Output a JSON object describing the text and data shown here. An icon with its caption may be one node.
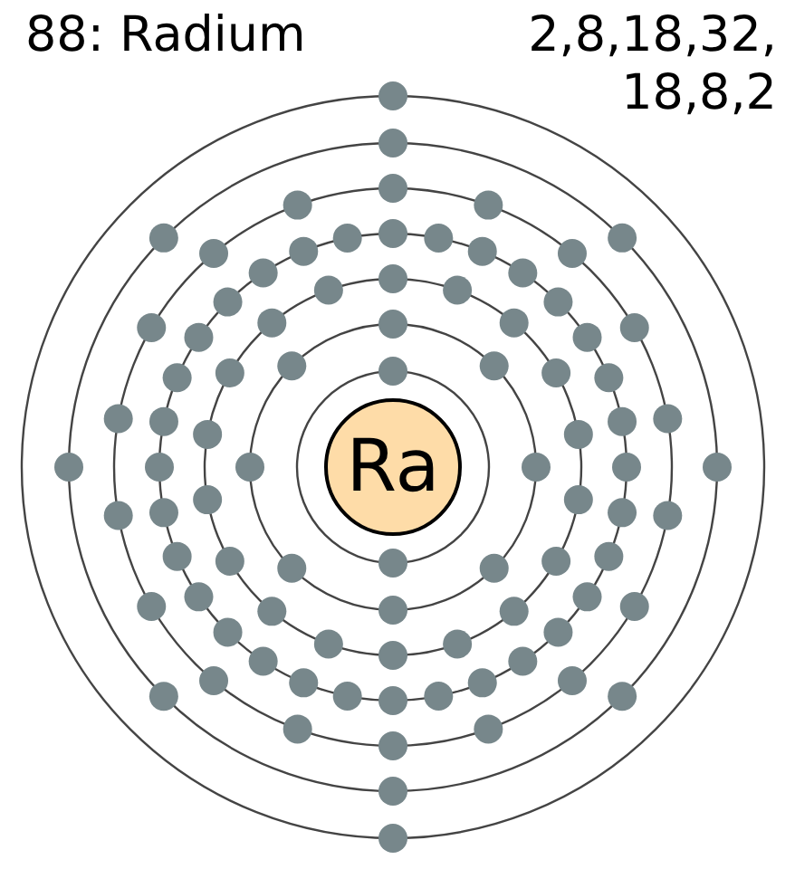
{
  "diagram": {
    "title": "88: Radium",
    "nodes": [
      {
        "text": [
          "Ra"
        ]
      }
    ],
    "labels": [
      "2,8,18,32, 18,8,2"
    ]
  }
}
